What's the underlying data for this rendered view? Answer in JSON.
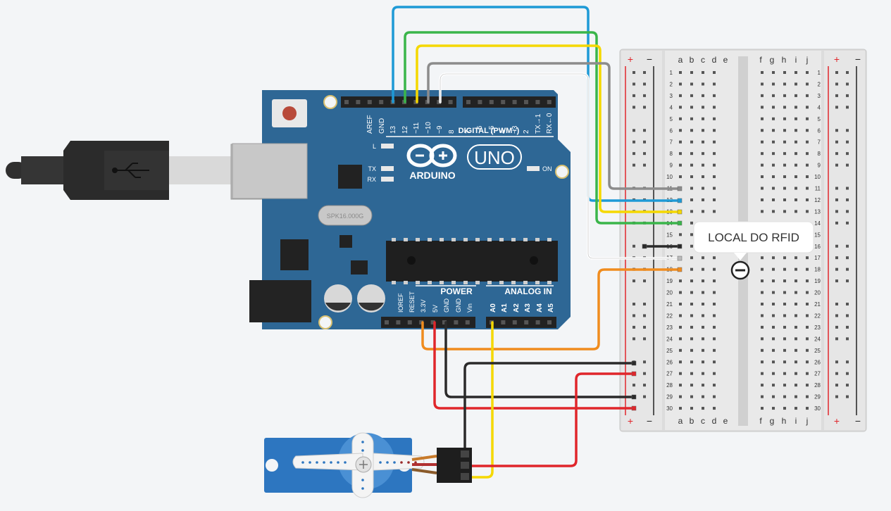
{
  "arduino": {
    "brand": "ARDUINO",
    "model": "UNO",
    "digital_label": "DIGITAL (PWM~)",
    "power_label": "POWER",
    "analog_label": "ANALOG IN",
    "led_l": "L",
    "led_tx": "TX",
    "led_rx": "RX",
    "led_on": "ON",
    "crystal": "SPK16.000G",
    "digital_pins": [
      "AREF",
      "GND",
      "13",
      "12",
      "~11",
      "~10",
      "~9",
      "8",
      "7",
      "~6",
      "~5",
      "4",
      "~3",
      "2",
      "TX→1",
      "RX←0"
    ],
    "power_pins": [
      "IOREF",
      "RESET",
      "3.3V",
      "5V",
      "GND",
      "GND",
      "Vin"
    ],
    "analog_pins": [
      "A0",
      "A1",
      "A2",
      "A3",
      "A4",
      "A5"
    ]
  },
  "breadboard": {
    "cols_left": [
      "a",
      "b",
      "c",
      "d",
      "e"
    ],
    "cols_right": [
      "f",
      "g",
      "h",
      "i",
      "j"
    ],
    "rows": [
      "1",
      "2",
      "3",
      "4",
      "5",
      "6",
      "7",
      "8",
      "9",
      "10",
      "11",
      "12",
      "13",
      "14",
      "15",
      "16",
      "17",
      "18",
      "19",
      "20",
      "21",
      "22",
      "23",
      "24",
      "25",
      "26",
      "27",
      "28",
      "29",
      "30"
    ],
    "rail_plus": "+",
    "rail_minus": "−"
  },
  "annotation": {
    "text": "LOCAL DO RFID"
  },
  "colors": {
    "board": "#2e6795",
    "wire_blue": "#1e9ad6",
    "wire_green": "#3ab54a",
    "wire_yellow": "#f5d800",
    "wire_gray": "#8c8c8c",
    "wire_white": "#ffffff",
    "wire_orange": "#f08c1e",
    "wire_red": "#e0262b",
    "wire_black": "#2a2a2a",
    "servo": "#2d76c0"
  }
}
